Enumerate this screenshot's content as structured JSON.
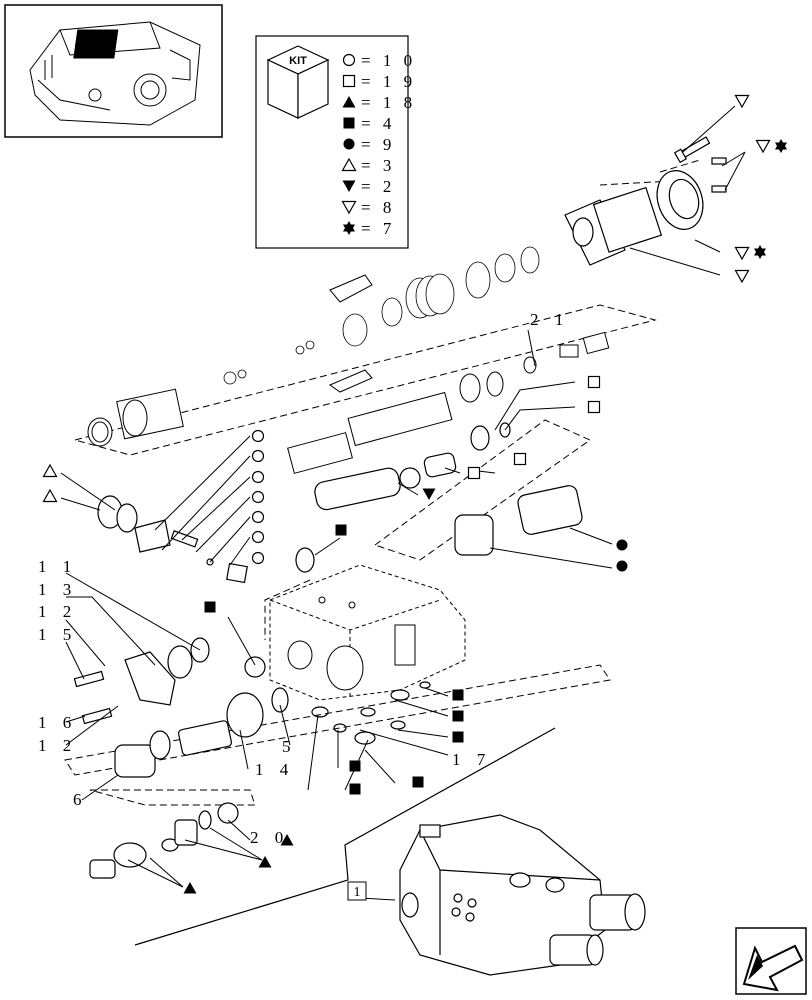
{
  "kit_legend": {
    "kit_label": "KIT",
    "entries": [
      {
        "symbol": "circle-open",
        "value": "1 0"
      },
      {
        "symbol": "square-open",
        "value": "1 9"
      },
      {
        "symbol": "triangle-up-filled",
        "value": "1 8"
      },
      {
        "symbol": "square-filled",
        "value": "4"
      },
      {
        "symbol": "circle-filled",
        "value": "9"
      },
      {
        "symbol": "triangle-up-open",
        "value": "3"
      },
      {
        "symbol": "triangle-down-filled",
        "value": "2"
      },
      {
        "symbol": "triangle-down-open",
        "value": "8"
      },
      {
        "symbol": "star-filled",
        "value": "7"
      }
    ]
  },
  "callouts": {
    "c21": "2 1",
    "c11": "1 1",
    "c13": "1 3",
    "c12a": "1 2",
    "c15": "1 5",
    "c16": "1 6",
    "c12b": "1 2",
    "c14": "1 4",
    "c5": "5",
    "c6": "6",
    "c17": "1 7",
    "c20": "2 0"
  },
  "reference_box": "1",
  "colors": {
    "line": "#000000",
    "background": "#ffffff"
  },
  "nav_icon": "arrow-back-icon"
}
